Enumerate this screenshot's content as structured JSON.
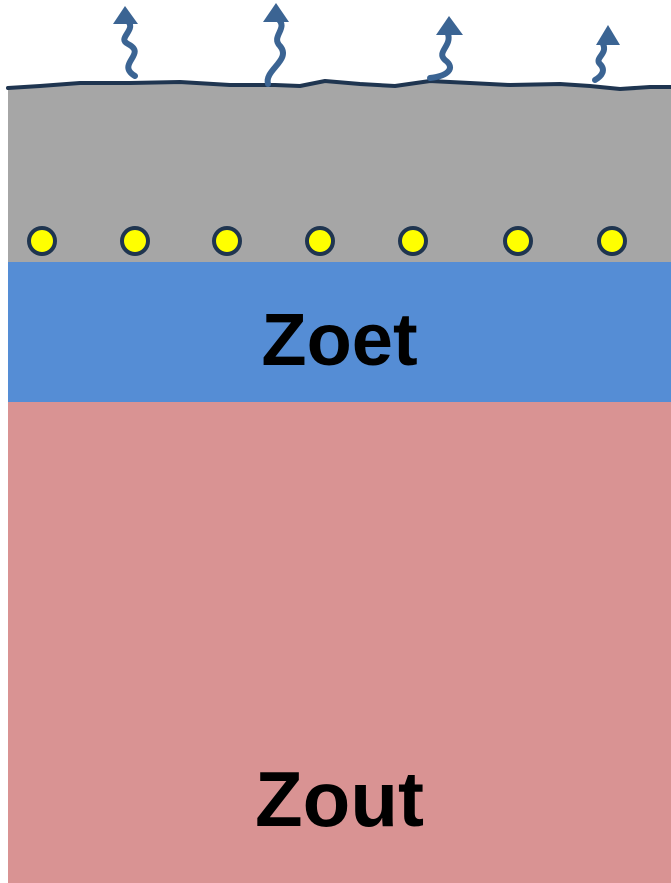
{
  "layers": {
    "fresh": {
      "label": "Zoet",
      "color": "#558dd5"
    },
    "salt": {
      "label": "Zout",
      "color": "#d99393"
    },
    "surface": {
      "color": "#a6a6a6"
    }
  },
  "colors": {
    "surface_line": "#1f3550",
    "arrow": "#3b6493",
    "dot_fill": "#ffff00",
    "dot_stroke": "#1f3550"
  },
  "icons": {
    "evaporation": "wavy-up-arrow-icon",
    "particle": "yellow-dot-icon"
  },
  "evaporation_arrow_count": 4,
  "particle_count": 7
}
